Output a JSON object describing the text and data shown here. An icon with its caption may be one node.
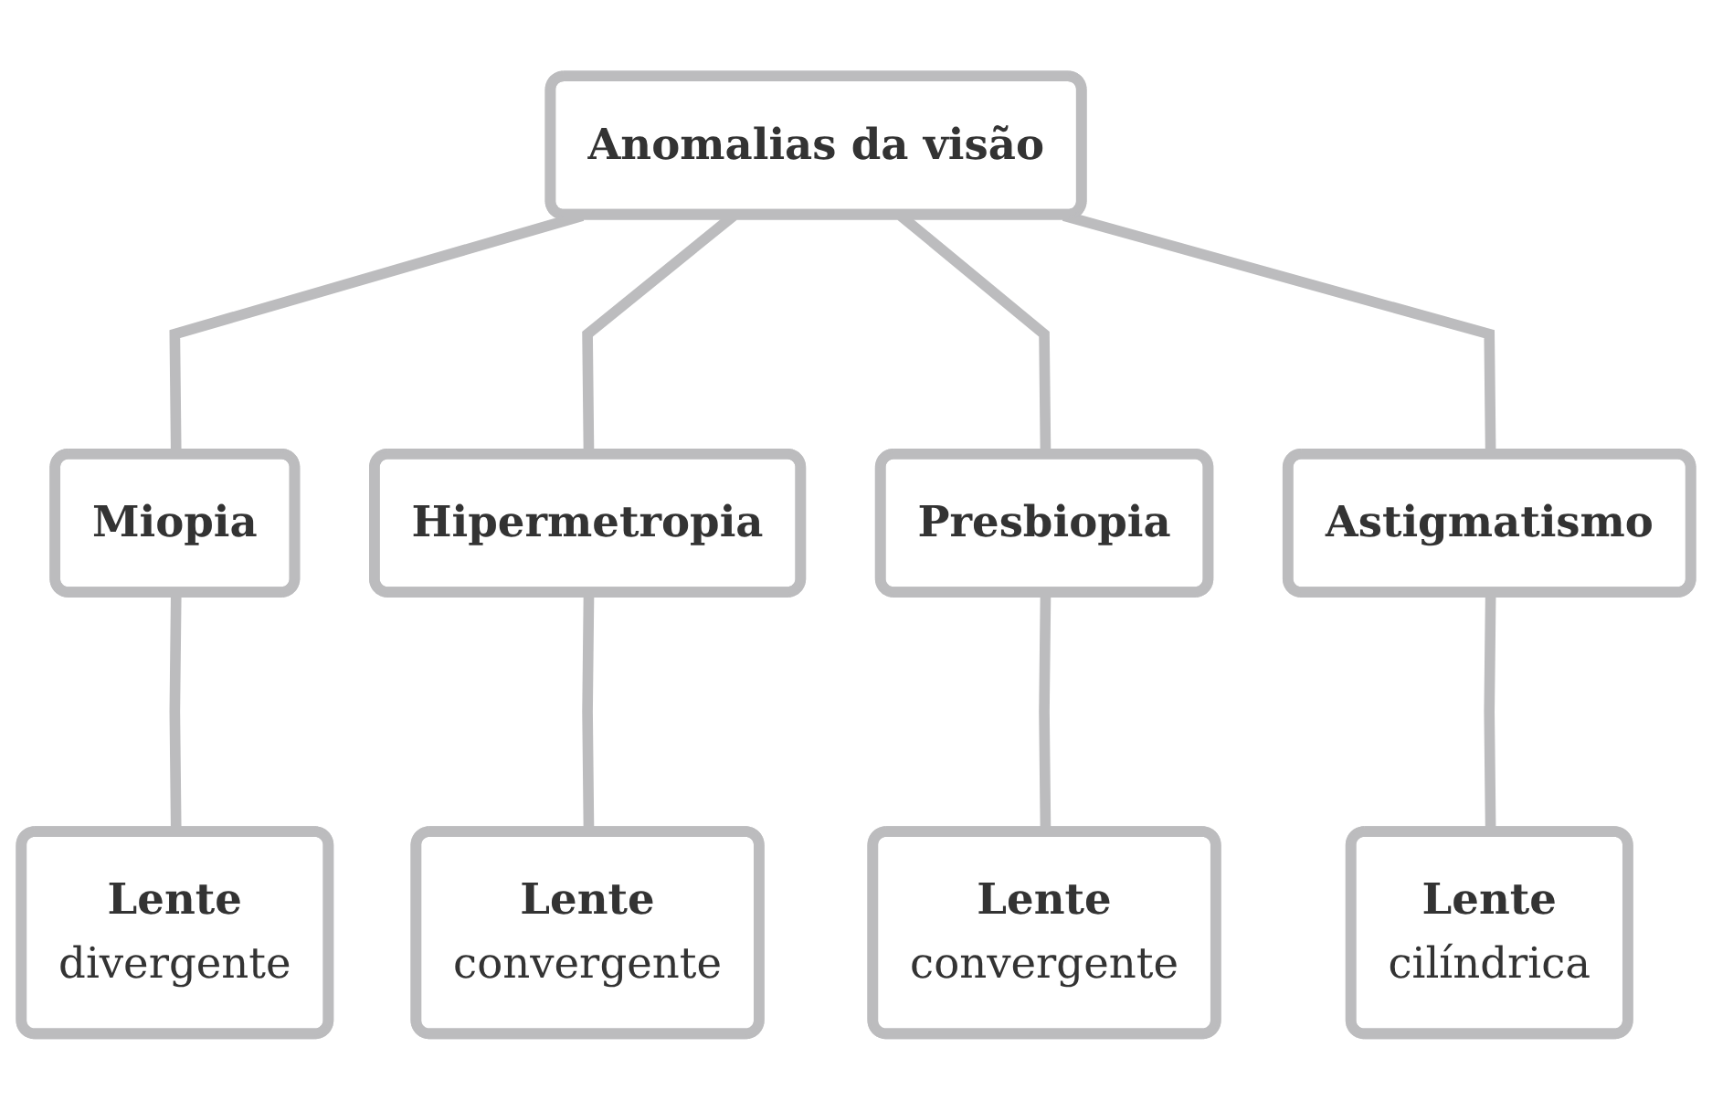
{
  "diagram": {
    "nodes": [
      {
        "text": [
          "Anomalias da visão"
        ]
      },
      {
        "text": [
          "Miopia"
        ]
      },
      {
        "text": [
          "Hipermetropia"
        ]
      },
      {
        "text": [
          "Presbiopia"
        ]
      },
      {
        "text": [
          "Astigmatismo"
        ]
      },
      {
        "text": [
          "Lente",
          "divergente"
        ]
      },
      {
        "text": [
          "Lente",
          "convergente"
        ]
      },
      {
        "text": [
          "Lente",
          "convergente"
        ]
      },
      {
        "text": [
          "Lente",
          "cilíndrica"
        ]
      }
    ],
    "edges": [
      {
        "from": 0,
        "to": 1,
        "arrow": "none"
      },
      {
        "from": 0,
        "to": 2,
        "arrow": "none"
      },
      {
        "from": 0,
        "to": 3,
        "arrow": "none"
      },
      {
        "from": 0,
        "to": 4,
        "arrow": "none"
      },
      {
        "from": 1,
        "to": 5,
        "arrow": "none"
      },
      {
        "from": 2,
        "to": 6,
        "arrow": "none"
      },
      {
        "from": 3,
        "to": 7,
        "arrow": "none"
      },
      {
        "from": 4,
        "to": 8,
        "arrow": "none"
      }
    ]
  }
}
